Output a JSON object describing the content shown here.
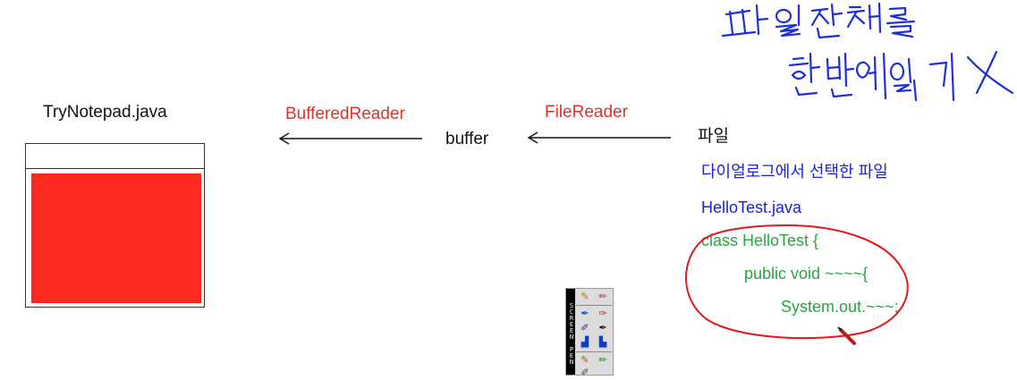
{
  "left": {
    "title": "TryNotepad.java"
  },
  "labels": {
    "buffered_reader": "BufferedReader",
    "file_reader": "FileReader",
    "buffer": "buffer",
    "file": "파일"
  },
  "description": {
    "dialog_file": "다이얼로그에서 선택한 파일",
    "filename": "HelloTest.java"
  },
  "code": {
    "line1": "class HelloTest {",
    "line2": "public void ~~~~{",
    "line3": "System.out.~~~;"
  },
  "handwriting": {
    "line1": "파일전체를",
    "line2": "한번에 읽기 X"
  },
  "screenpen": {
    "sidebar_text": "SCREEN PEN"
  },
  "colors": {
    "label_red": "#e2312a",
    "text_blue": "#1a22d6",
    "code_green": "#26a640",
    "notepad_fill": "#ff2a1f",
    "annotation_red": "#e0191b",
    "handwriting_blue": "#1e2fd8"
  }
}
